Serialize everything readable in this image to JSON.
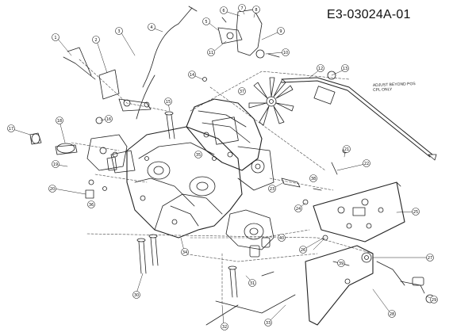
{
  "drawing": {
    "code": "E3-03024A-01",
    "note_line1": "ADJUST BEYOND POS",
    "note_line2": "CPL ONLY"
  },
  "callouts": [
    {
      "id": "c1",
      "label": "1"
    },
    {
      "id": "c2",
      "label": "2"
    },
    {
      "id": "c3",
      "label": "3"
    },
    {
      "id": "c4",
      "label": "4"
    },
    {
      "id": "c5",
      "label": "5"
    },
    {
      "id": "c6",
      "label": "6"
    },
    {
      "id": "c7",
      "label": "7"
    },
    {
      "id": "c8",
      "label": "8"
    },
    {
      "id": "c9",
      "label": "9"
    },
    {
      "id": "c10",
      "label": "10"
    },
    {
      "id": "c11",
      "label": "11"
    },
    {
      "id": "c12",
      "label": "12"
    },
    {
      "id": "c13",
      "label": "13"
    },
    {
      "id": "c14",
      "label": "14"
    },
    {
      "id": "c15",
      "label": "15"
    },
    {
      "id": "c16",
      "label": "16"
    },
    {
      "id": "c17",
      "label": "17"
    },
    {
      "id": "c18",
      "label": "18"
    },
    {
      "id": "c19",
      "label": "19"
    },
    {
      "id": "c20",
      "label": "20"
    },
    {
      "id": "c21",
      "label": "21"
    },
    {
      "id": "c22",
      "label": "22"
    },
    {
      "id": "c23",
      "label": "23"
    },
    {
      "id": "c24",
      "label": "24"
    },
    {
      "id": "c25",
      "label": "25"
    },
    {
      "id": "c26",
      "label": "26"
    },
    {
      "id": "c27",
      "label": "27"
    },
    {
      "id": "c28",
      "label": "28"
    },
    {
      "id": "c29",
      "label": "29"
    },
    {
      "id": "c30",
      "label": "30"
    },
    {
      "id": "c31",
      "label": "31"
    },
    {
      "id": "c32",
      "label": "32"
    },
    {
      "id": "c33",
      "label": "33"
    },
    {
      "id": "c34",
      "label": "34"
    },
    {
      "id": "c35",
      "label": "35"
    },
    {
      "id": "c36",
      "label": "36"
    },
    {
      "id": "c37",
      "label": "37"
    },
    {
      "id": "c38",
      "label": "38"
    },
    {
      "id": "c39",
      "label": "39"
    },
    {
      "id": "c40",
      "label": "40"
    }
  ]
}
